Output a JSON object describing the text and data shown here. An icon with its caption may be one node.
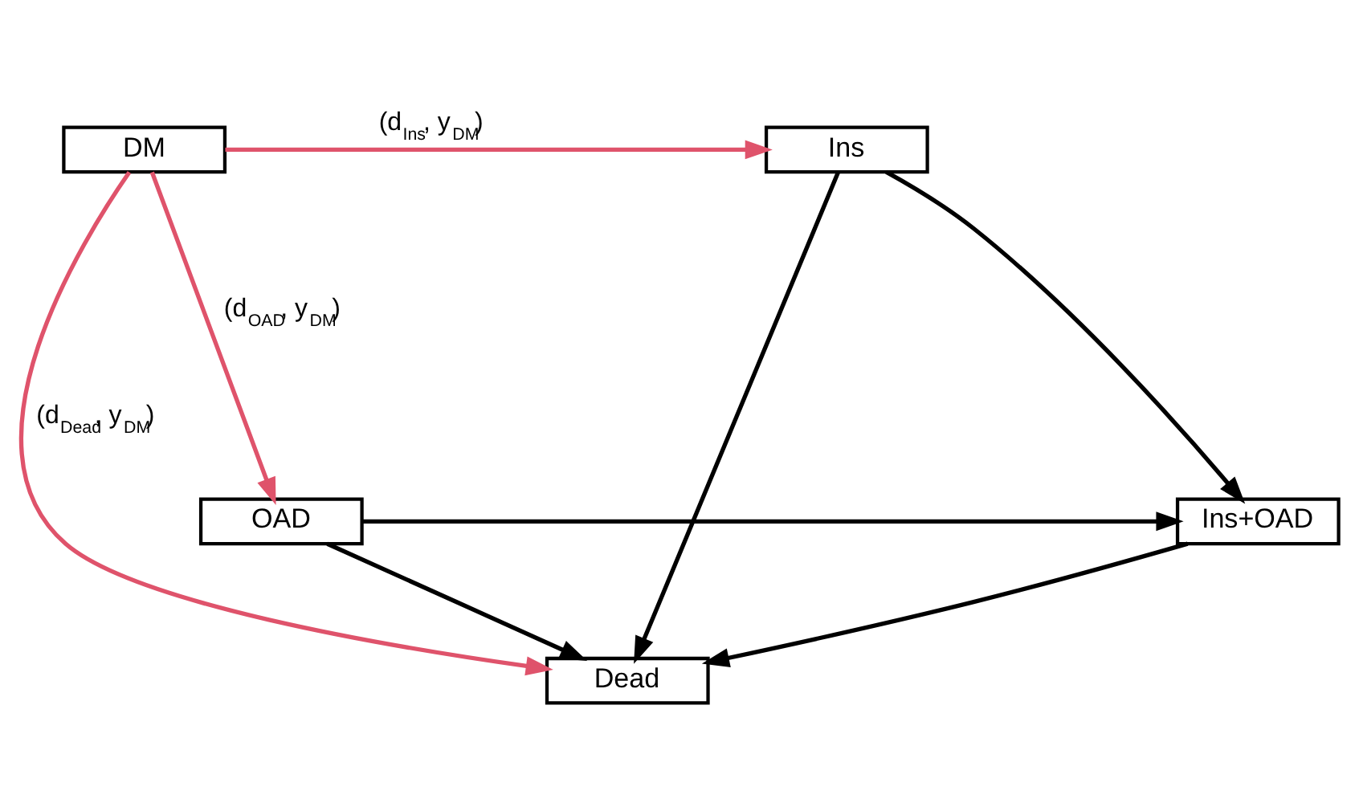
{
  "diagram": {
    "nodes": [
      {
        "text": [
          "DM"
        ]
      },
      {
        "text": [
          "Ins"
        ]
      },
      {
        "text": [
          "Dead"
        ]
      },
      {
        "text": [
          "OAD"
        ]
      },
      {
        "text": [
          "Ins+OAD"
        ]
      }
    ],
    "edges": [
      {
        "from": 0,
        "to": 1,
        "arrow": "to",
        "label": "(d$_{Ins}$, y$_{DM}$)",
        "color": "#df536b"
      },
      {
        "from": 0,
        "to": 2,
        "arrow": "to",
        "label": "(d$_{Dead}$, y$_{DM}$)",
        "color": "#df536b"
      },
      {
        "from": 0,
        "to": 3,
        "arrow": "to",
        "label": "(d$_{OAD}$, y$_{DM}$)",
        "color": "#df536b"
      },
      {
        "from": 1,
        "to": 2,
        "arrow": "to"
      },
      {
        "from": 1,
        "to": 4,
        "arrow": "to"
      },
      {
        "from": 3,
        "to": 2,
        "arrow": "to"
      },
      {
        "from": 3,
        "to": 4,
        "arrow": "to"
      },
      {
        "from": 4,
        "to": 2,
        "arrow": "to"
      }
    ]
  }
}
